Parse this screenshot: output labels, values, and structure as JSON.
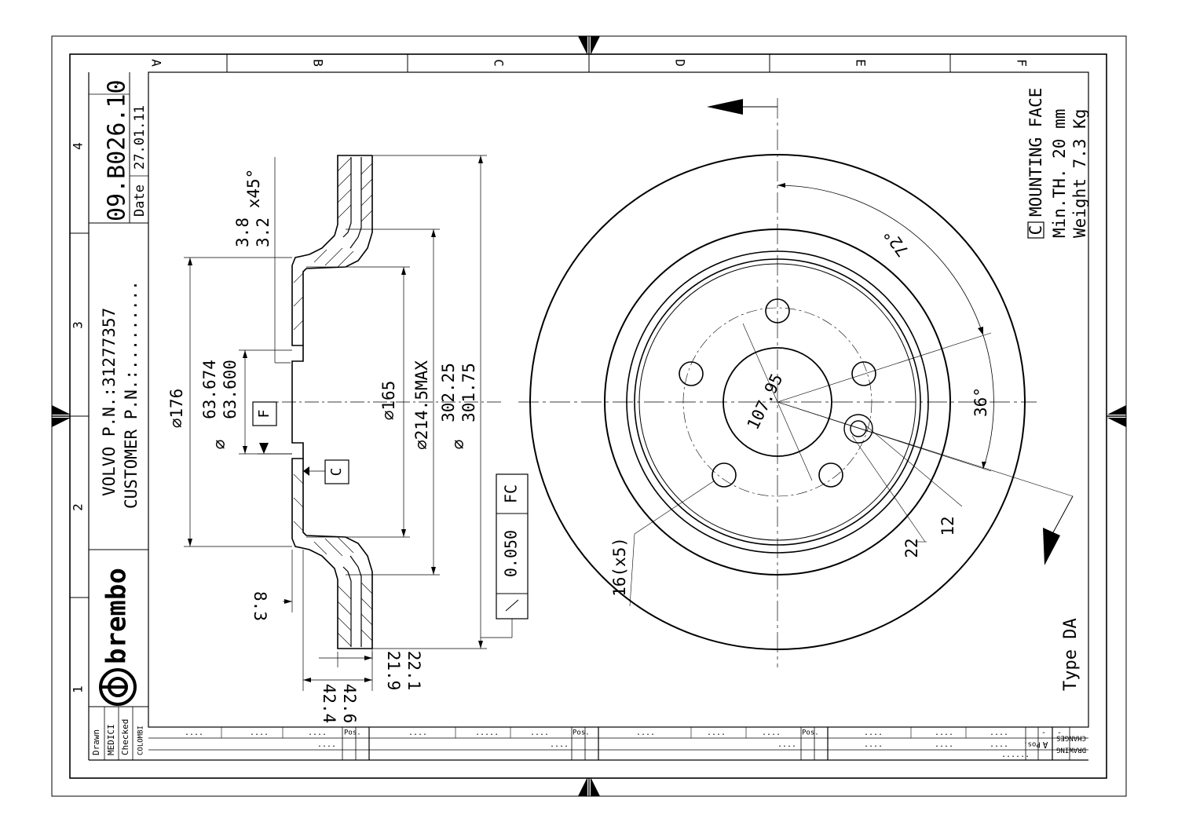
{
  "title_block": {
    "part_number": "09.B026.10",
    "revision": "-",
    "date_label": "Date",
    "date": "27.01.11",
    "oem_line": "VOLVO  P.N.:31277357",
    "customer_line": "CUSTOMER P.N.:.........",
    "logo_text": "brembo",
    "drawn_label": "Drawn",
    "drawn_by": "MEDICI",
    "checked_label": "Checked",
    "checked_by": "COLOMBI",
    "changes_label_1": "CHANGES",
    "changes_label_2": "DRAWING",
    "rev_letter": "A",
    "rev_dash": "-",
    "pos_label": "Pos."
  },
  "grid": {
    "columns": [
      "A",
      "B",
      "C",
      "D",
      "E",
      "F"
    ],
    "rows": [
      "1",
      "2",
      "3",
      "4"
    ]
  },
  "notes": {
    "mounting_face_box": "C",
    "mounting_face": "MOUNTING FACE",
    "min_thickness": "Min.TH. 20 mm",
    "weight": "Weight  7.3 Kg",
    "type": "Type DA"
  },
  "section_dims": {
    "chamfer_1": "3.8",
    "chamfer_2": "3.2",
    "chamfer_angle": "x45°",
    "d176": "⌀176",
    "pilot_max": "63.674",
    "pilot_min": "63.600",
    "pilot_sym": "⌀",
    "datum_f": "F",
    "datum_c": "C",
    "d165": "⌀165",
    "d214": "⌀214.5MAX",
    "od_max": "302.25",
    "od_min": "301.75",
    "od_sym": "⌀",
    "tol_value": "0.050",
    "tol_ref": "FC",
    "hat_depth": "8.3",
    "th_max": "22.1",
    "th_min": "21.9",
    "height_min": "42.4",
    "height_max": "42.6"
  },
  "face_dims": {
    "angle_72": "72°",
    "angle_36": "36°",
    "pcd": "107.95",
    "hole_d22": "22",
    "hole_d12": "12",
    "holes": "16(x5)"
  },
  "placeholders": {
    "dots4": "....",
    "dots5": ".....",
    "dots6": "......"
  }
}
